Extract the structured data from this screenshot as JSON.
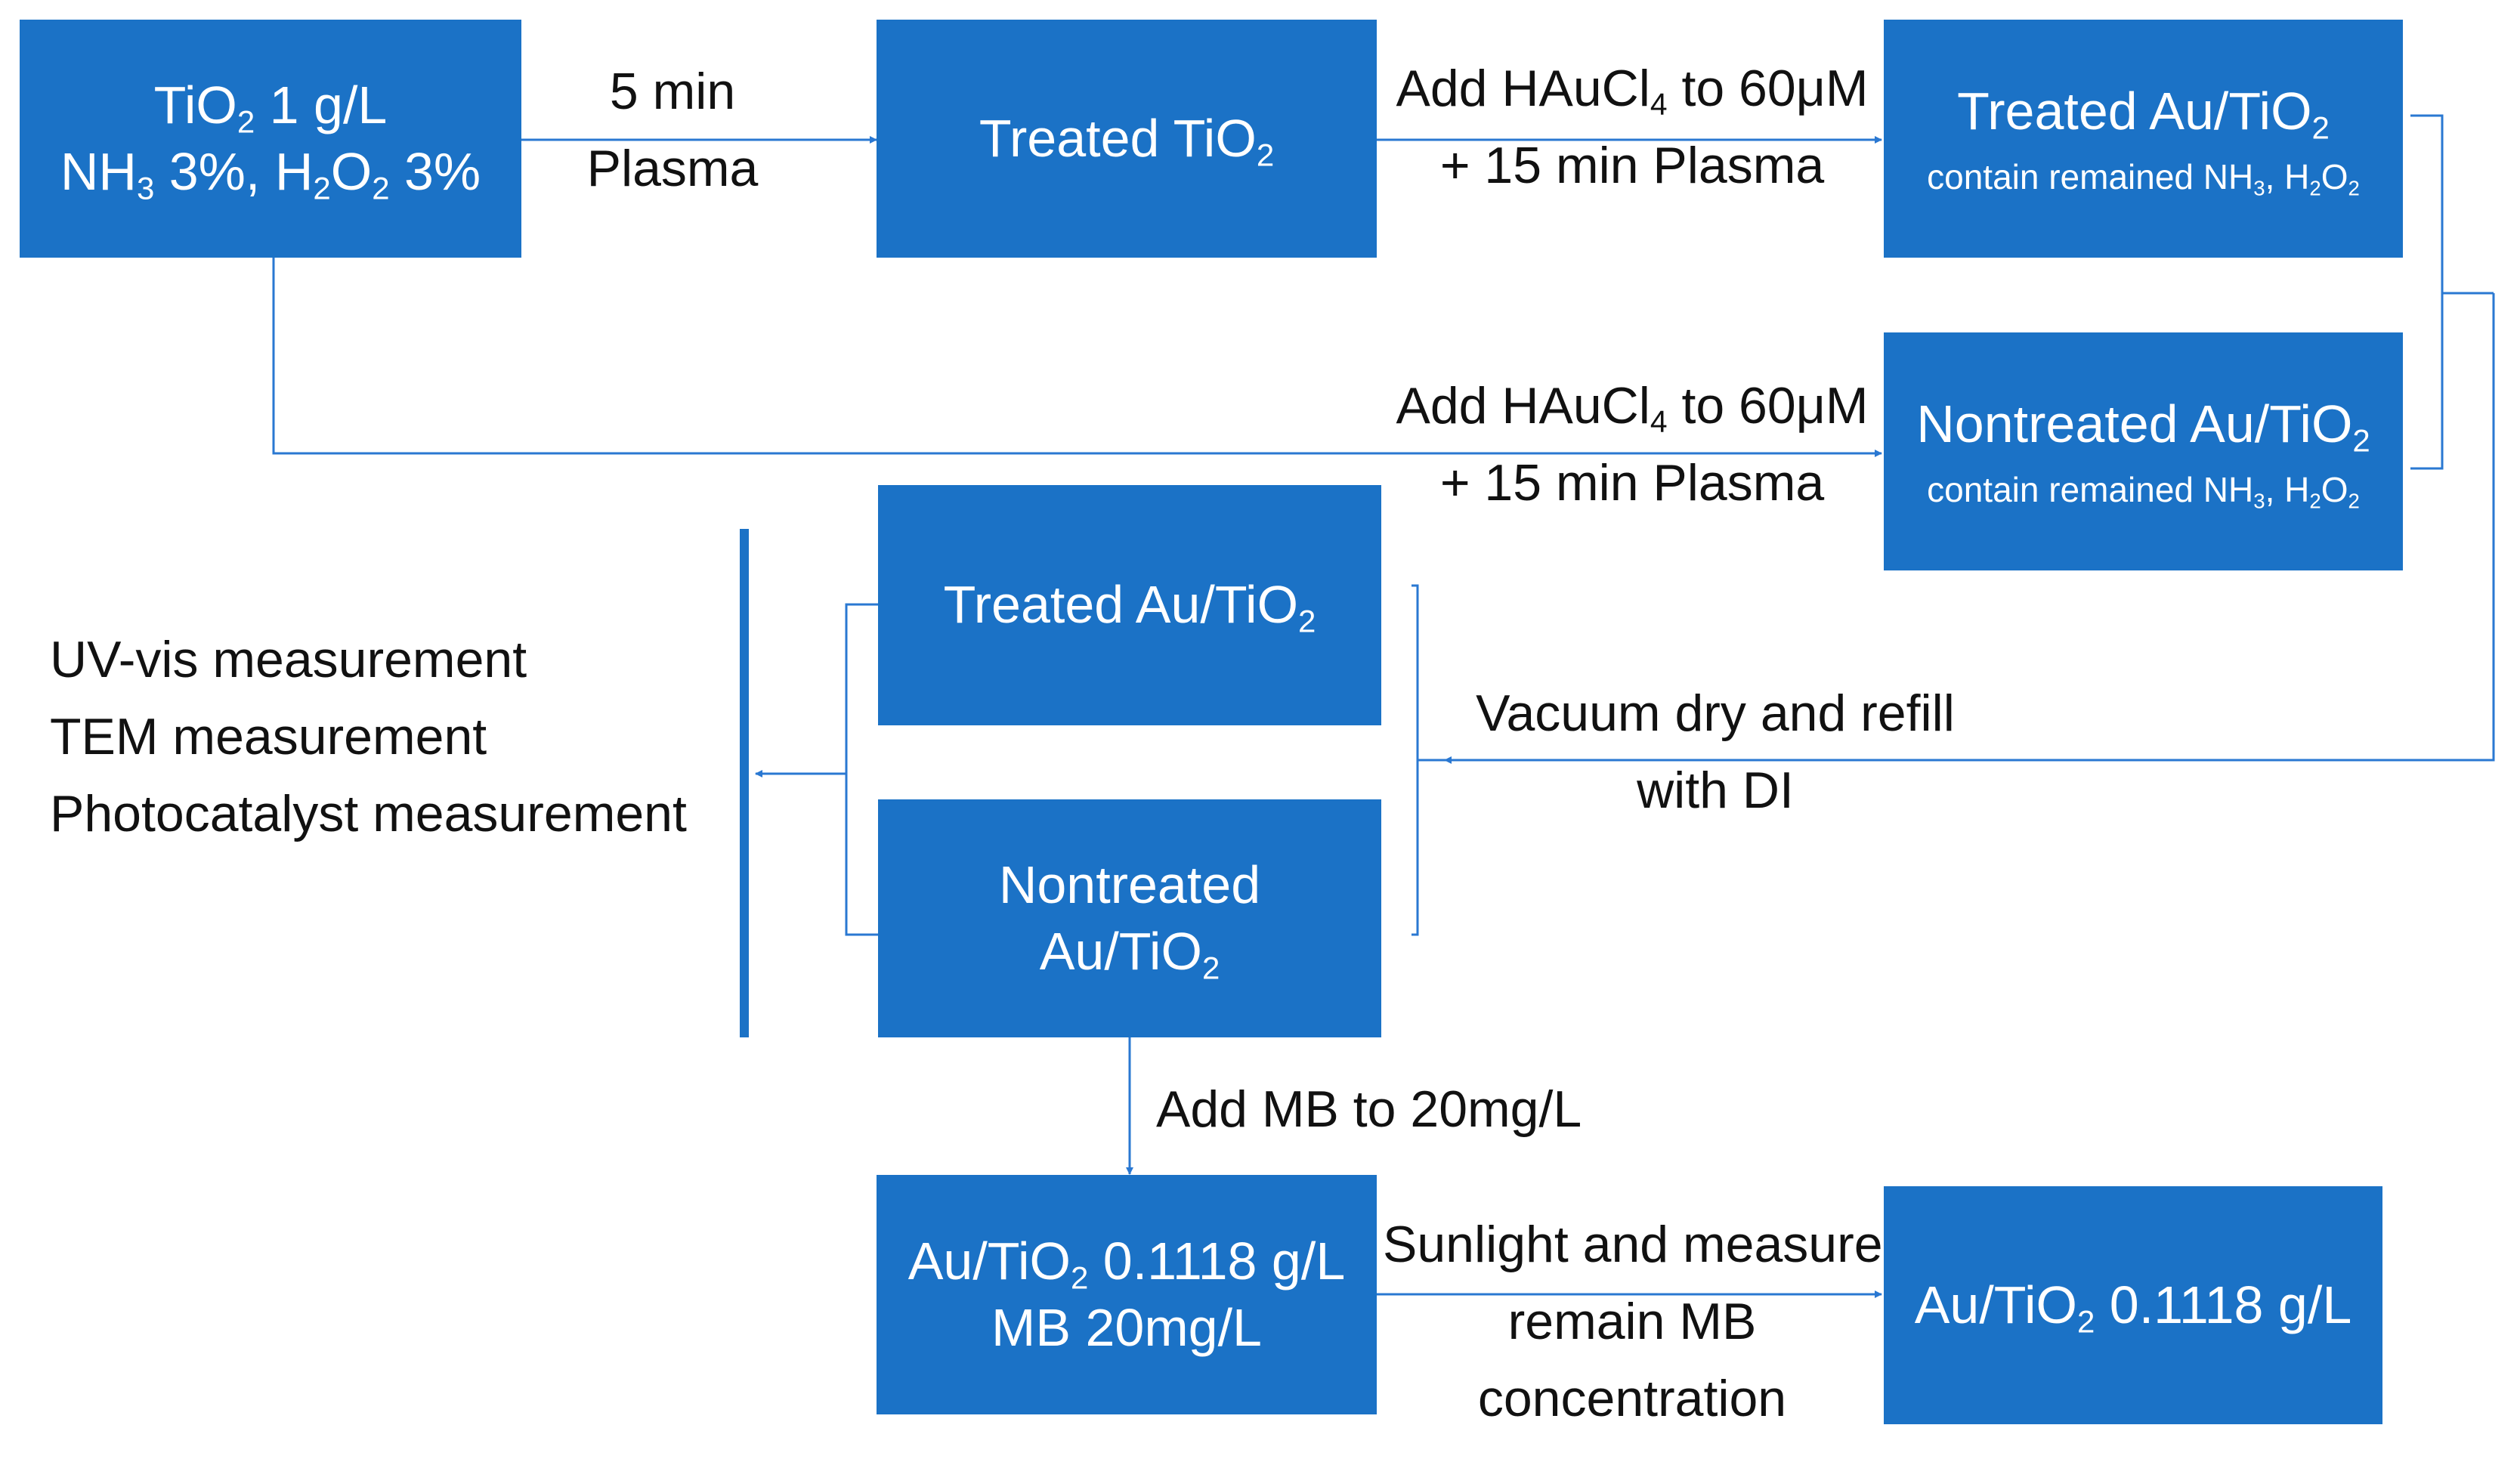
{
  "colors": {
    "box": "#1b72c6",
    "connector": "#2a78d2",
    "text": "#111111"
  },
  "boxes": {
    "tio2_initial": {
      "line1": [
        "TiO",
        "2",
        " 1 g/L"
      ],
      "line2": [
        "NH",
        "3",
        " 3%, H",
        "2",
        "O",
        "2",
        " 3%"
      ]
    },
    "treated_tio2": {
      "line1": [
        "Treated TiO",
        "2"
      ]
    },
    "treated_au_tio2_top": {
      "line1": [
        "Treated Au/TiO",
        "2"
      ],
      "line2": [
        "contain remained NH",
        "3",
        ", H",
        "2",
        "O",
        "2"
      ]
    },
    "nontreated_au_tio2_top": {
      "line1": [
        "Nontreated Au/TiO",
        "2"
      ],
      "line2": [
        "contain remained NH",
        "3",
        ", H",
        "2",
        "O",
        "2"
      ]
    },
    "treated_au_tio2_mid": {
      "line1": [
        "Treated Au/TiO",
        "2"
      ]
    },
    "nontreated_au_tio2_mid": {
      "line1": "Nontreated",
      "line2": [
        "Au/TiO",
        "2"
      ]
    },
    "au_tio2_mb": {
      "line1": [
        "Au/TiO",
        "2",
        " 0.1118 g/L"
      ],
      "line2": "MB 20mg/L"
    },
    "au_tio2_final": {
      "line1": [
        "Au/TiO",
        "2",
        " 0.1118 g/L"
      ]
    }
  },
  "labels": {
    "plasma_5min": {
      "line1": "5 min",
      "line2": "Plasma"
    },
    "add_haucl4_top": {
      "line1": [
        "Add HAuCl",
        "4",
        " to 60μM"
      ],
      "line2": "+ 15 min Plasma"
    },
    "add_haucl4_bottom": {
      "line1": [
        "Add HAuCl",
        "4",
        " to 60μM"
      ],
      "line2": "+ 15 min Plasma"
    },
    "vacuum_dry": {
      "line1": "Vacuum dry and refill",
      "line2": "with DI"
    },
    "measurements": [
      "UV-vis measurement",
      "TEM measurement",
      "Photocatalyst measurement"
    ],
    "add_mb": "Add MB to 20mg/L",
    "sunlight": {
      "line1": "Sunlight and measure",
      "line2": "remain MB",
      "line3": "concentration"
    }
  }
}
